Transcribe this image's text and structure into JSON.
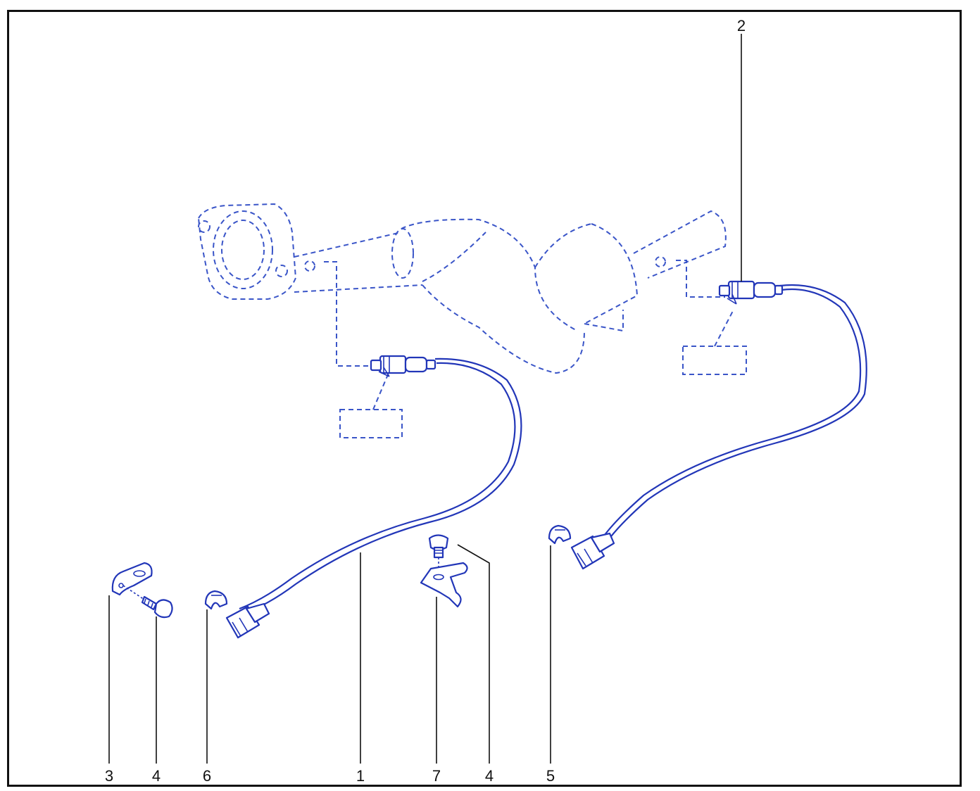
{
  "callouts": [
    {
      "id": "c1",
      "label": "1"
    },
    {
      "id": "c2",
      "label": "2"
    },
    {
      "id": "c3",
      "label": "3"
    },
    {
      "id": "c4a",
      "label": "4"
    },
    {
      "id": "c4b",
      "label": "4"
    },
    {
      "id": "c5",
      "label": "5"
    },
    {
      "id": "c6",
      "label": "6"
    },
    {
      "id": "c7",
      "label": "7"
    }
  ],
  "colors": {
    "line": "#2236b8",
    "ghost": "#3a55c8",
    "frame": "#111111"
  }
}
